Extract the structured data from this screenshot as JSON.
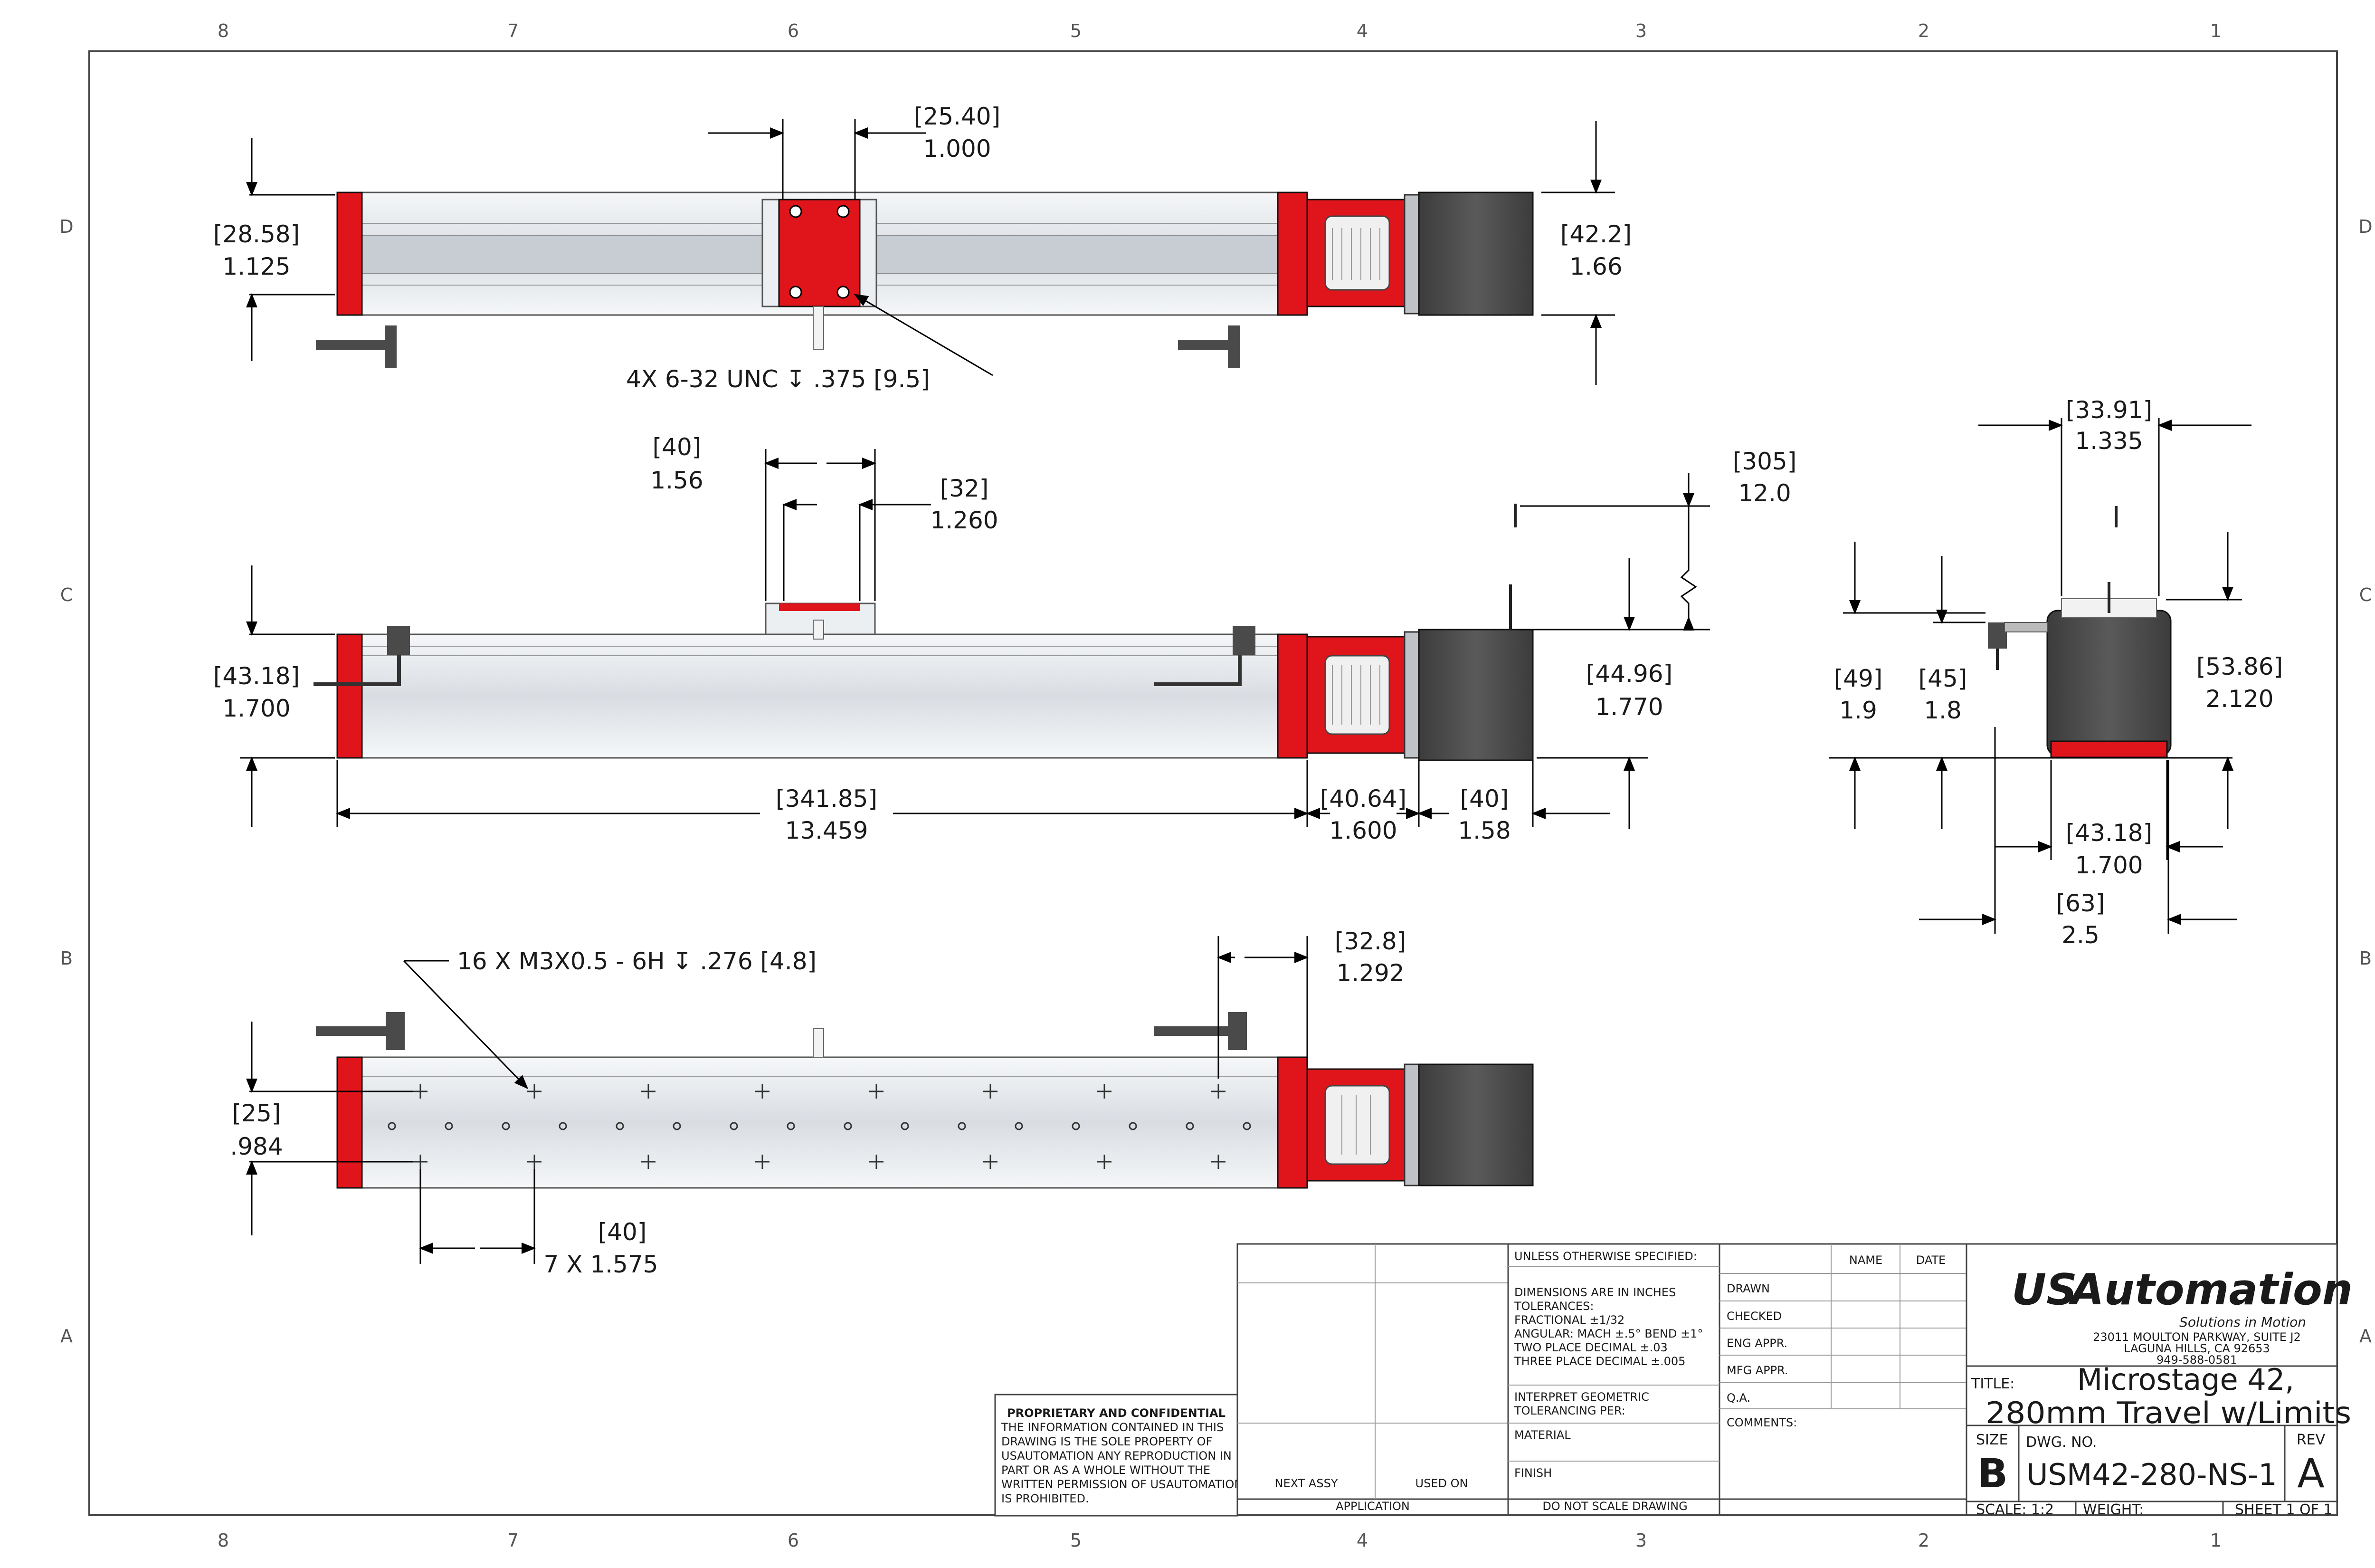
{
  "border": {
    "top_zones": [
      "8",
      "7",
      "6",
      "5",
      "4",
      "3",
      "2",
      "1"
    ],
    "bottom_zones": [
      "8",
      "7",
      "6",
      "5",
      "4",
      "3",
      "2",
      "1"
    ],
    "left_zones": [
      "D",
      "C",
      "B",
      "A"
    ],
    "right_zones": [
      "D",
      "C",
      "B",
      "A"
    ]
  },
  "top_view": {
    "dims": [
      {
        "metric": "[25.40]",
        "imperial": "1.000"
      },
      {
        "metric": "[28.58]",
        "imperial": "1.125"
      },
      {
        "metric": "[42.2]",
        "imperial": "1.66"
      }
    ],
    "note": "4X 6-32 UNC ↧ .375 [9.5]"
  },
  "side_view": {
    "dims": [
      {
        "metric": "[40]",
        "imperial": "1.56"
      },
      {
        "metric": "[32]",
        "imperial": "1.260"
      },
      {
        "metric": "[305]",
        "imperial": "12.0"
      },
      {
        "metric": "[43.18]",
        "imperial": "1.700"
      },
      {
        "metric": "[44.96]",
        "imperial": "1.770"
      },
      {
        "metric": "[341.85]",
        "imperial": "13.459"
      },
      {
        "metric": "[40.64]",
        "imperial": "1.600"
      },
      {
        "metric": "[40]",
        "imperial": "1.58"
      }
    ]
  },
  "end_view": {
    "dims": [
      {
        "metric": "[33.91]",
        "imperial": "1.335"
      },
      {
        "metric": "[49]",
        "imperial": "1.9"
      },
      {
        "metric": "[45]",
        "imperial": "1.8"
      },
      {
        "metric": "[53.86]",
        "imperial": "2.120"
      },
      {
        "metric": "[43.18]",
        "imperial": "1.700"
      },
      {
        "metric": "[63]",
        "imperial": "2.5"
      }
    ]
  },
  "bottom_view": {
    "note": "16 X M3X0.5  - 6H ↧ .276  [4.8]",
    "dims": [
      {
        "metric": "[32.8]",
        "imperial": "1.292"
      },
      {
        "metric": "[25]",
        "imperial": ".984"
      },
      {
        "metric": "[40]",
        "imperial": "7 X 1.575"
      }
    ]
  },
  "title_block": {
    "proprietary_heading": "PROPRIETARY AND CONFIDENTIAL",
    "proprietary_lines": [
      "THE INFORMATION CONTAINED IN THIS",
      "DRAWING IS THE SOLE PROPERTY OF",
      "USAUTOMATION ANY REPRODUCTION IN",
      "PART OR AS A WHOLE WITHOUT THE",
      "WRITTEN PERMISSION OF USAUTOMATION",
      "IS PROHIBITED."
    ],
    "next_assy": "NEXT ASSY",
    "used_on": "USED ON",
    "application": "APPLICATION",
    "unless": "UNLESS OTHERWISE SPECIFIED:",
    "tolerance_lines": [
      "DIMENSIONS ARE IN INCHES",
      "TOLERANCES:",
      "FRACTIONAL ±1/32",
      "ANGULAR: MACH ±.5° BEND ±1°",
      "TWO PLACE DECIMAL    ±.03",
      "THREE PLACE DECIMAL  ±.005"
    ],
    "interpret_lines": [
      "INTERPRET GEOMETRIC",
      "TOLERANCING PER:"
    ],
    "material": "MATERIAL",
    "finish": "FINISH",
    "do_not_scale": "DO NOT SCALE DRAWING",
    "name_header": "NAME",
    "date_header": "DATE",
    "approvals": [
      "DRAWN",
      "CHECKED",
      "ENG APPR.",
      "MFG APPR.",
      "Q.A."
    ],
    "comments": "COMMENTS:",
    "logo_text_us": "US",
    "logo_text_rest": "Automation",
    "tagline": "Solutions in Motion",
    "address_lines": [
      "23011 MOULTON PARKWAY, SUITE J2",
      "LAGUNA HILLS, CA 92653",
      "949-588-0581"
    ],
    "title_label": "TITLE:",
    "title_line1": "Microstage 42,",
    "title_line2": "280mm Travel w/Limits",
    "size_label": "SIZE",
    "size_value": "B",
    "dwg_label": "DWG.  NO.",
    "dwg_value": "USM42-280-NS-1",
    "rev_label": "REV",
    "rev_value": "A",
    "scale": "SCALE: 1:2",
    "weight": "WEIGHT:",
    "sheet": "SHEET 1 OF 1"
  },
  "colors": {
    "red": "#e0141b",
    "motor": "#4a4a4a",
    "rail": "#e9ecef",
    "logo_red": "#c41e24",
    "logo_gray": "#6b6b6b"
  }
}
